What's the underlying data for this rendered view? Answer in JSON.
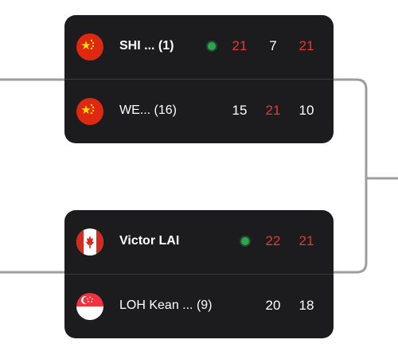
{
  "colors": {
    "card_bg": "#1c1c1e",
    "text": "#ffffff",
    "winning_score": "#e53935",
    "serving_dot": "#2ea44f",
    "connector": "#9e9e9e"
  },
  "matches": [
    {
      "players": [
        {
          "flag": "china-flag-icon",
          "name": "SHI ... (1)",
          "serving": true,
          "scores": [
            "21",
            "7",
            "21"
          ],
          "score_won": [
            true,
            false,
            true
          ]
        },
        {
          "flag": "china-flag-icon",
          "name": "WE... (16)",
          "serving": false,
          "scores": [
            "15",
            "21",
            "10"
          ],
          "score_won": [
            false,
            true,
            false
          ]
        }
      ]
    },
    {
      "players": [
        {
          "flag": "canada-flag-icon",
          "name": "Victor LAI",
          "serving": true,
          "scores": [
            "22",
            "21"
          ],
          "score_won": [
            true,
            true
          ]
        },
        {
          "flag": "singapore-flag-icon",
          "name": "LOH Kean ... (9)",
          "serving": false,
          "scores": [
            "20",
            "18"
          ],
          "score_won": [
            false,
            false
          ]
        }
      ]
    }
  ]
}
